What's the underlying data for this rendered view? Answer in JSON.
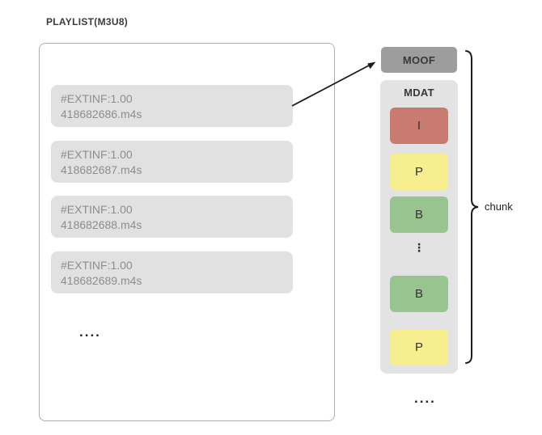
{
  "page": {
    "title": "PLAYLIST(M3U8)"
  },
  "playlist": {
    "segments": [
      {
        "extinf": "#EXTINF:1.00",
        "file": "418682686.m4s"
      },
      {
        "extinf": "#EXTINF:1.00",
        "file": "418682687.m4s"
      },
      {
        "extinf": "#EXTINF:1.00",
        "file": "418682688.m4s"
      },
      {
        "extinf": "#EXTINF:1.00",
        "file": "418682689.m4s"
      }
    ],
    "more_dots": "...."
  },
  "chunk": {
    "moof_label": "MOOF",
    "mdat_label": "MDAT",
    "frames": [
      {
        "label": "I",
        "type": "i-frame",
        "color": "#c97b72"
      },
      {
        "label": "P",
        "type": "p-frame",
        "color": "#f7ee90"
      },
      {
        "label": "B",
        "type": "b-frame",
        "color": "#98c58f"
      },
      {
        "label": "B",
        "type": "b-frame",
        "color": "#98c58f"
      },
      {
        "label": "P",
        "type": "p-frame",
        "color": "#f7ee90"
      }
    ],
    "ellipsis_vertical": "⋮",
    "brace_label": "chunk",
    "more_dots": "...."
  },
  "colors": {
    "moof_bg": "#9d9d9d",
    "mdat_bg": "#e3e3e3",
    "segment_bg": "#e1e1e1",
    "line": "#1b1b1b"
  }
}
